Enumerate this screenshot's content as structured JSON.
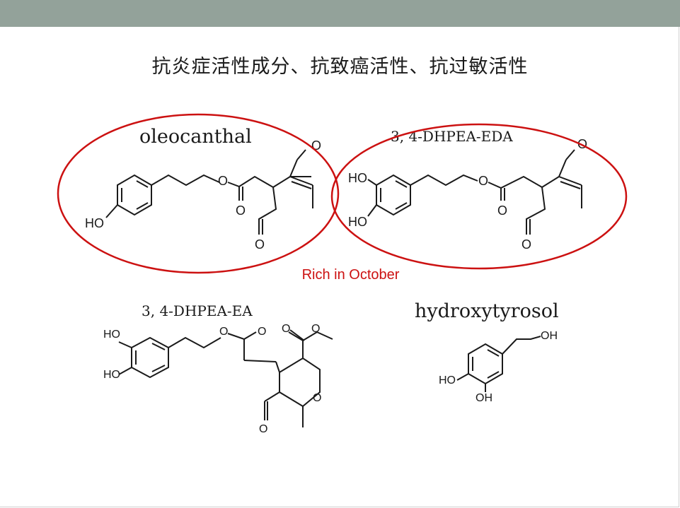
{
  "slide": {
    "title": "抗炎症活性成分、抗致癌活性、抗过敏活性",
    "note": "Rich in October",
    "colors": {
      "topbar": "#93a29a",
      "highlight": "#cc1111",
      "ink": "#1a1a1a"
    }
  },
  "compounds": [
    {
      "name": "oleocanthal",
      "atoms": [
        "O",
        "O",
        "O",
        "O",
        "HO"
      ],
      "circled": true
    },
    {
      "name": "3, 4-DHPEA-EDA",
      "atoms": [
        "O",
        "O",
        "O",
        "O",
        "HO",
        "HO"
      ],
      "circled": true
    },
    {
      "name": "3, 4-DHPEA-EA",
      "atoms": [
        "HO",
        "HO",
        "O",
        "O",
        "O",
        "O",
        "O",
        "O"
      ],
      "circled": false
    },
    {
      "name": "hydroxytyrosol",
      "atoms": [
        "OH",
        "HO",
        "OH"
      ],
      "circled": false
    }
  ]
}
